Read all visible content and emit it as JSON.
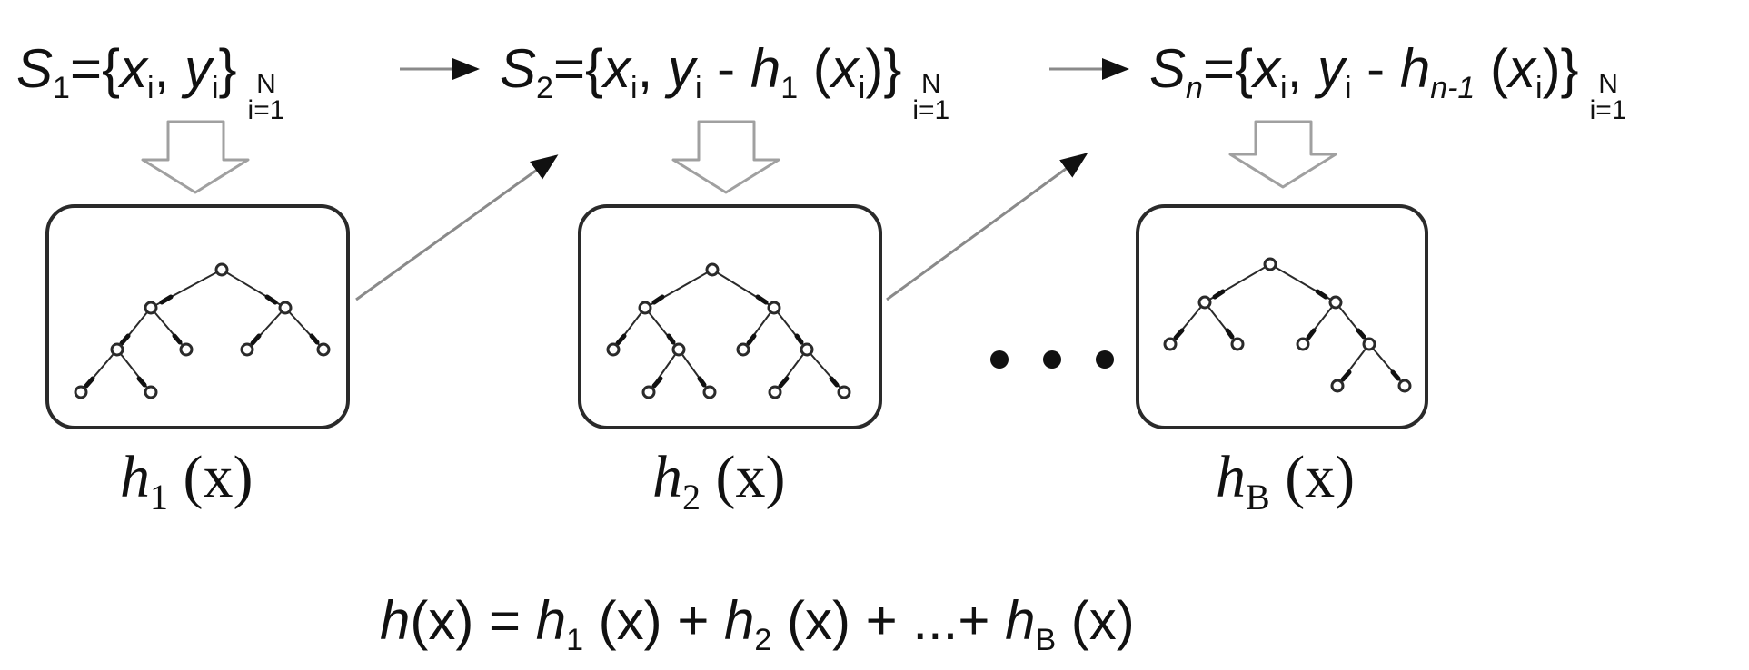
{
  "sets": [
    {
      "S": "S",
      "sub": "1",
      "open": "={",
      "x": "x",
      "xsub": "i",
      "comma": ", ",
      "y": "y",
      "ysub": "i",
      "minus": "",
      "h": "",
      "hsub": "",
      "hopen": "",
      "hx": "",
      "hxsub": "",
      "hclose": "",
      "close": "}",
      "sup": "N",
      "lower": "i=1"
    },
    {
      "S": "S",
      "sub": "2",
      "open": "={",
      "x": "x",
      "xsub": "i",
      "comma": ", ",
      "y": "y",
      "ysub": "i",
      "minus": " - ",
      "h": "h",
      "hsub": "1",
      "hopen": " (",
      "hx": "x",
      "hxsub": "i",
      "hclose": ")",
      "close": "}",
      "sup": "N",
      "lower": "i=1"
    },
    {
      "S": "S",
      "sub": "n",
      "open": "={",
      "x": "x",
      "xsub": "i",
      "comma": ", ",
      "y": "y",
      "ysub": "i",
      "minus": " - ",
      "h": "h",
      "hsub": "n-1",
      "hopen": " (",
      "hx": "x",
      "hxsub": "i",
      "hclose": ")",
      "close": "}",
      "sup": "N",
      "lower": "i=1"
    }
  ],
  "trees": [
    {
      "h": "h",
      "sub": "1",
      "arg": " (x)"
    },
    {
      "h": "h",
      "sub": "2",
      "arg": " (x)"
    },
    {
      "h": "h",
      "sub": "B",
      "arg": " (x)"
    }
  ],
  "final": {
    "h": "h",
    "arg": "(x) = ",
    "t1": "h",
    "t1sub": "1",
    "t1arg": " (x) + ",
    "t2": "h",
    "t2sub": "2",
    "t2arg": " (x) + ...+ ",
    "t3": "h",
    "t3sub": "B",
    "t3arg": " (x)"
  },
  "colors": {
    "line": "#2a2a2a",
    "arrow": "#8a8a8a",
    "hollow_arrow": "#a0a0a0"
  }
}
